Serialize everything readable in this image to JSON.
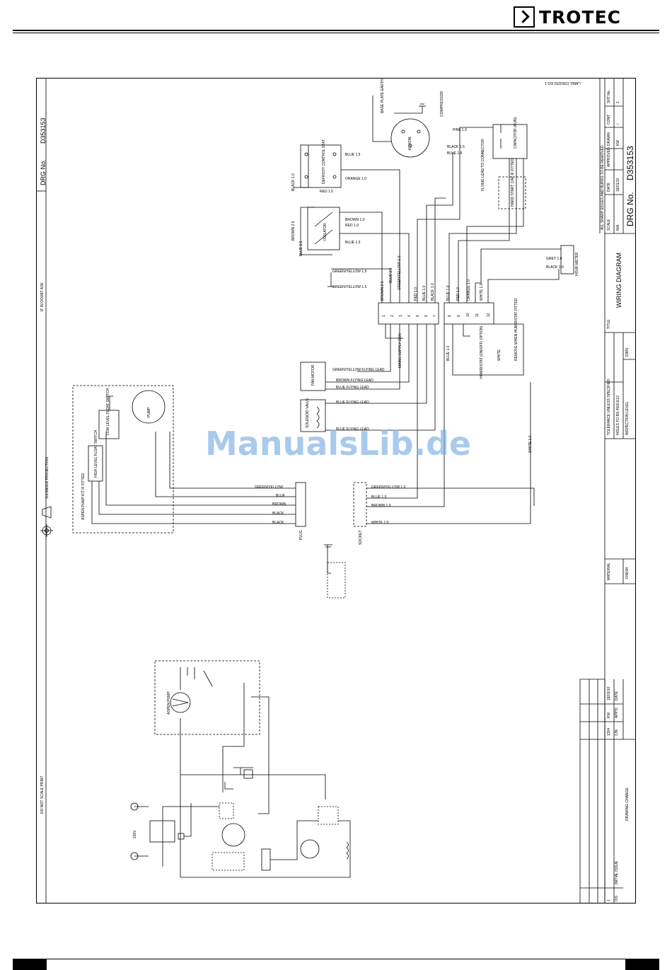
{
  "header": {
    "brand": "TROTEC"
  },
  "drawing": {
    "drg_no_label": "DRG No.",
    "drg_no": "D353153",
    "label_ref": "LABEL D353253 ISS 1",
    "if_in_doubt": "IF IN DOUBT ASK",
    "projection": "3rd ANGLE PROJECTION",
    "do_not_scale": "DO NOT SCALE PRINT",
    "watermark": "ManualsLib.de"
  },
  "components": {
    "compressor": "COMPRESSOR",
    "base_plate": "BASE PLATE EARTH",
    "klixon": "KLIXON",
    "capacitor": "CAPACITOR (RUN)",
    "flying_lead": "FLYING LEAD TO CONNECTOR",
    "hard_start": "HARD START CAP IF FITTED",
    "defrost": "DEFROST CONTROL STAT",
    "isolator": "ISOLATOR",
    "hour_meter": "HOUR METER",
    "fan_motor": "FAN MOTOR",
    "solenoid": "SOLENOID VALVE",
    "mains_supply": "MAINS SUPPLY 230V",
    "aspen_kit": "ASPEN PUMP KIT IF FITTED",
    "pump": "PUMP",
    "high_level": "HIGH LEVEL FLOAT SWITCH",
    "low_level": "LOW LEVEL FLOAT SWITCH",
    "humidistat": "HUMIDISTAT (ON/OFF) OPTION",
    "remove_link": "REMOVE WHEN HUMIDISTAT FITTED",
    "plug": "PLUG",
    "socket": "SOCKET",
    "aspen_pump": "ASPEN PUMP",
    "voltage": "230V"
  },
  "wires": {
    "brown25": "BROWN 2.5",
    "blue25": "BLUE 2.5",
    "gy15": "GREEN/YELLOW 1.5",
    "gy10": "GREEN/YELLOW 1.0",
    "red10": "RED 1.0",
    "blue10": "BLUE 1.0",
    "black10": "BLACK 1.0",
    "orange10": "ORANGE 1.0",
    "white10": "WHITE 1.0",
    "pink10": "PINK 1.0",
    "grey10": "GREY 1.0",
    "brown10": "BROWN 1.0",
    "blue15": "BLUE 1.5",
    "black15": "BLACK 1.5",
    "red15": "RED 1.5",
    "blue_flying": "BLUE FLYING LEAD",
    "brown_flying": "BROWN FLYING LEAD",
    "gy_flying": "GREEN/YELLOW FLYING LEAD",
    "green_yellow": "GREEN/YELLOW",
    "blue": "BLUE",
    "brown": "BROWN",
    "black": "BLACK",
    "white": "WHITE"
  },
  "terminals": [
    "1",
    "2",
    "3",
    "4",
    "5",
    "6",
    "7",
    "8",
    "9",
    "10",
    "11",
    "12"
  ],
  "title_block": {
    "title_label": "TITLE",
    "title": "WIRING DIAGRAM",
    "sharp_edges": "ALL SHARP EDGES AND BURRS TO BE REMOVED",
    "cols": [
      "SHT No.",
      "CONT",
      "DRAWN",
      "APPROVED",
      "DATE",
      "SCALE"
    ],
    "vals": [
      "1",
      "/",
      "KW",
      "",
      "18/01/10",
      "N/A"
    ],
    "tolerance": "TOLERANCE UNLESS SPECIFIED",
    "holes": "HOLES TO BS 4500 E12",
    "inspection": "INSPECTION LEVEL",
    "dims": "DIMS",
    "material": "MATERIAL",
    "finish": "FINISH",
    "drawing_change": "DRAWING CHANGE",
    "initial_issue": "INITIAL ISSUE",
    "iss": "ISS",
    "iss_val": "1",
    "cn": "C/N",
    "cn_val": "1304",
    "appd": "APP'D",
    "appd_val": "KW",
    "date": "DATE",
    "date_val": "18/01/10"
  }
}
